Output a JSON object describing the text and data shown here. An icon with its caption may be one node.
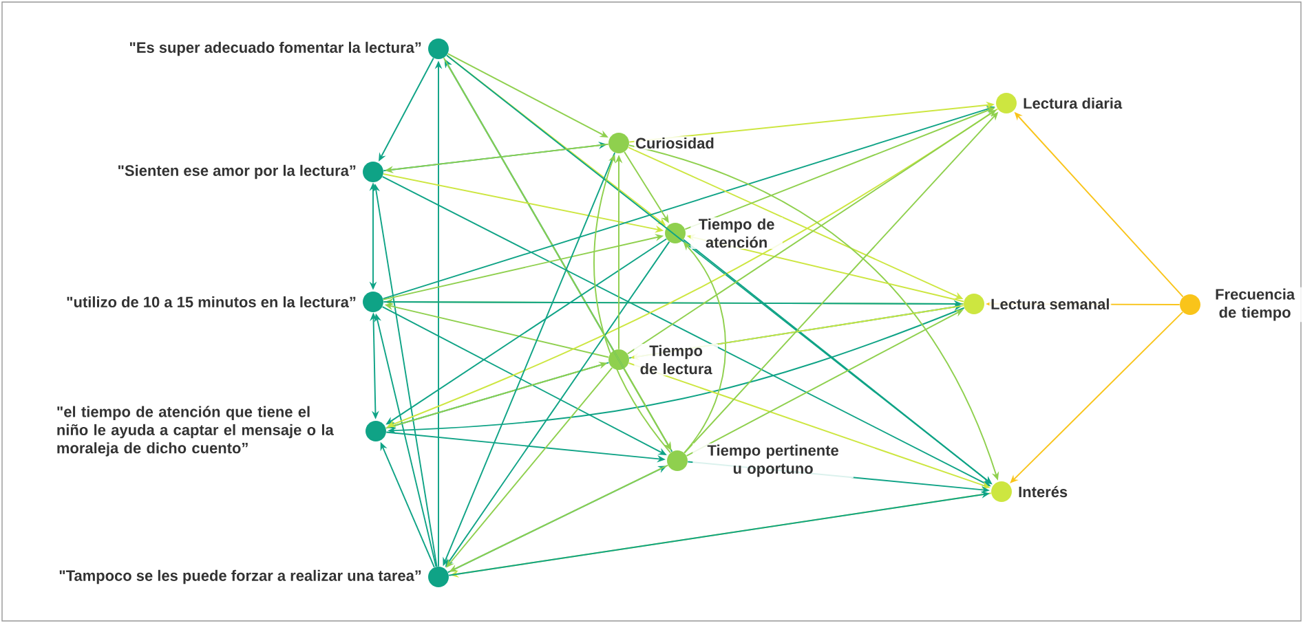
{
  "diagram": {
    "nodes": [
      {
        "text": [
          "\"Es super adecuado fomentar la lectura”"
        ]
      },
      {
        "text": [
          "\"Sienten ese amor por la lectura”"
        ]
      },
      {
        "text": [
          "\"utilizo de 10 a 15 minutos en la lectura”"
        ]
      },
      {
        "text": [
          "\"el tiempo de atención que tiene el niño le ayuda a captar el mensaje o la moraleja de dicho cuento”"
        ]
      },
      {
        "text": [
          "\"Tampoco se les puede forzar a realizar una tarea”"
        ]
      },
      {
        "text": [
          "Curiosidad"
        ]
      },
      {
        "text": [
          "Tiempo de atención"
        ]
      },
      {
        "text": [
          "Tiempo de lectura"
        ]
      },
      {
        "text": [
          "Tiempo pertinente u oportuno"
        ]
      },
      {
        "text": [
          "Lectura diaria"
        ]
      },
      {
        "text": [
          "Lectura semanal"
        ]
      },
      {
        "text": [
          "Interés"
        ]
      },
      {
        "text": [
          "Frecuencia de tiempo"
        ]
      }
    ],
    "edges": [
      {
        "from": 12,
        "to": 9,
        "arrow": "to",
        "color": "#f9c41a"
      },
      {
        "from": 12,
        "to": 10,
        "arrow": "to",
        "color": "#f9c41a"
      },
      {
        "from": 12,
        "to": 11,
        "arrow": "to",
        "color": "#f9c41a"
      },
      {
        "from": 0,
        "to": 1,
        "arrow": "to"
      },
      {
        "from": 4,
        "to": 0,
        "arrow": "to"
      },
      {
        "from": 7,
        "to": 0,
        "arrow": "to"
      },
      {
        "from": 8,
        "to": 0,
        "arrow": "to"
      },
      {
        "from": 0,
        "to": 5,
        "arrow": "to",
        "color": "#8fd04e"
      },
      {
        "from": 0,
        "to": 6,
        "arrow": "to",
        "color": "#cde640"
      },
      {
        "from": 0,
        "to": 11,
        "arrow": "to"
      },
      {
        "from": 0,
        "to": 8,
        "arrow": "to",
        "color": "#8fd04e"
      },
      {
        "from": 1,
        "to": 5,
        "arrow": "to"
      },
      {
        "from": 5,
        "to": 1,
        "arrow": "to",
        "color": "#8fd04e"
      },
      {
        "from": 1,
        "to": 6,
        "arrow": "to",
        "color": "#cde640"
      },
      {
        "from": 1,
        "to": 2,
        "arrow": "both"
      },
      {
        "from": 4,
        "to": 1,
        "arrow": "to"
      },
      {
        "from": 1,
        "to": 11,
        "arrow": "to"
      },
      {
        "from": 2,
        "to": 9,
        "arrow": "to"
      },
      {
        "from": 2,
        "to": 6,
        "arrow": "to",
        "color": "#8fd04e"
      },
      {
        "from": 10,
        "to": 2,
        "arrow": "to",
        "color": "#8fd04e"
      },
      {
        "from": 2,
        "to": 10,
        "arrow": "to"
      },
      {
        "from": 7,
        "to": 2,
        "arrow": "to",
        "color": "#8fd04e"
      },
      {
        "from": 2,
        "to": 8,
        "arrow": "to"
      },
      {
        "from": 2,
        "to": 3,
        "arrow": "both"
      },
      {
        "from": 4,
        "to": 2,
        "arrow": "to"
      },
      {
        "from": 7,
        "to": 3,
        "arrow": "to"
      },
      {
        "from": 3,
        "to": 7,
        "arrow": "to",
        "color": "#8fd04e"
      },
      {
        "from": 10,
        "to": 3,
        "arrow": "to"
      },
      {
        "from": 6,
        "to": 3,
        "arrow": "to"
      },
      {
        "from": 9,
        "to": 3,
        "arrow": "to",
        "color": "#cde640"
      },
      {
        "from": 3,
        "to": 8,
        "arrow": "to"
      },
      {
        "from": 4,
        "to": 3,
        "arrow": "to"
      },
      {
        "from": 6,
        "to": 4,
        "arrow": "to"
      },
      {
        "from": 5,
        "to": 4,
        "arrow": "to"
      },
      {
        "from": 7,
        "to": 4,
        "arrow": "to",
        "color": "#8fd04e"
      },
      {
        "from": 4,
        "to": 8,
        "arrow": "to"
      },
      {
        "from": 8,
        "to": 4,
        "arrow": "to",
        "color": "#8fd04e"
      },
      {
        "from": 11,
        "to": 4,
        "arrow": "to",
        "color": "#cde640"
      },
      {
        "from": 4,
        "to": 11,
        "arrow": "to"
      },
      {
        "from": 5,
        "to": 9,
        "arrow": "to",
        "color": "#cde640"
      },
      {
        "from": 7,
        "to": 5,
        "arrow": "to",
        "color": "#8fd04e"
      },
      {
        "from": 8,
        "to": 5,
        "arrow": "to",
        "color": "#8fd04e"
      },
      {
        "from": 5,
        "to": 6,
        "arrow": "to",
        "color": "#8fd04e"
      },
      {
        "from": 5,
        "to": 10,
        "arrow": "to",
        "color": "#cde640"
      },
      {
        "from": 5,
        "to": 11,
        "arrow": "to",
        "color": "#8fd04e"
      },
      {
        "from": 10,
        "to": 6,
        "arrow": "to",
        "color": "#cde640"
      },
      {
        "from": 6,
        "to": 9,
        "arrow": "to",
        "color": "#8fd04e"
      },
      {
        "from": 6,
        "to": 11,
        "arrow": "to"
      },
      {
        "from": 8,
        "to": 6,
        "arrow": "to",
        "color": "#8fd04e"
      },
      {
        "from": 7,
        "to": 8,
        "arrow": "to",
        "color": "#8fd04e"
      },
      {
        "from": 7,
        "to": 9,
        "arrow": "to",
        "color": "#8fd04e"
      },
      {
        "from": 7,
        "to": 10,
        "arrow": "to"
      },
      {
        "from": 10,
        "to": 7,
        "arrow": "to",
        "color": "#cde640"
      },
      {
        "from": 7,
        "to": 11,
        "arrow": "to",
        "color": "#cde640"
      },
      {
        "from": 8,
        "to": 9,
        "arrow": "to",
        "color": "#8fd04e"
      },
      {
        "from": 8,
        "to": 10,
        "arrow": "to",
        "color": "#8fd04e"
      },
      {
        "from": 8,
        "to": 11,
        "arrow": "to"
      }
    ]
  }
}
